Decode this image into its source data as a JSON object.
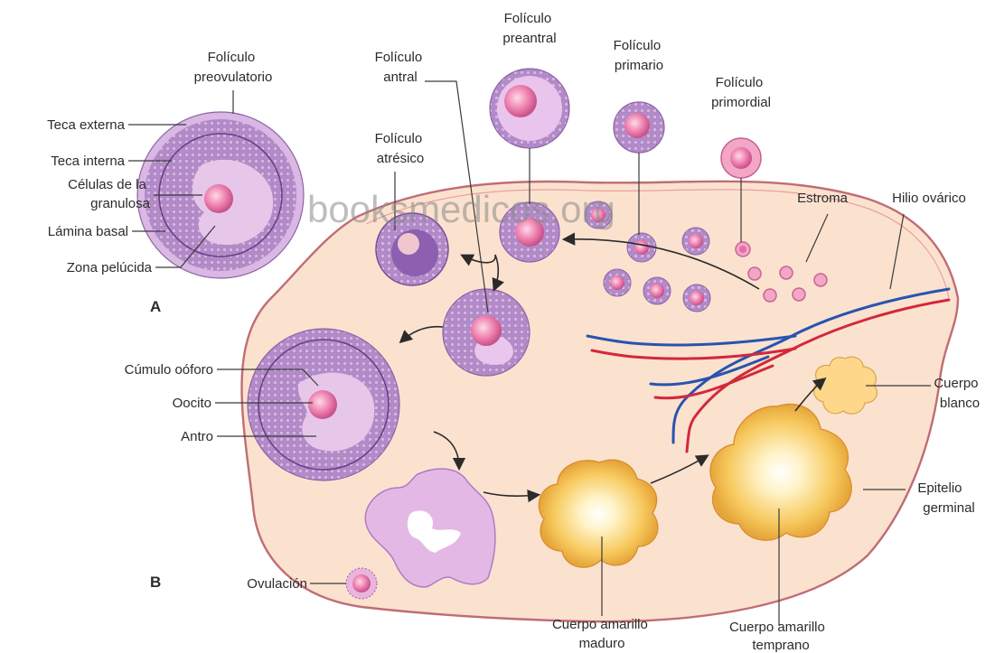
{
  "watermark": "booksmedicos.org",
  "panels": {
    "a": "A",
    "b": "B"
  },
  "labels": {
    "foliculo_preovulatorio": [
      "Folículo",
      "preovulatorio"
    ],
    "teca_externa": "Teca externa",
    "teca_interna": "Teca interna",
    "celulas_granulosa": [
      "Células de la",
      "granulosa"
    ],
    "lamina_basal": "Lámina basal",
    "zona_pelucida": "Zona pelúcida",
    "foliculo_antral": [
      "Folículo",
      "antral"
    ],
    "foliculo_preantral": [
      "Folículo",
      "preantral"
    ],
    "foliculo_primario": [
      "Folículo",
      "primario"
    ],
    "foliculo_primordial": [
      "Folículo",
      "primordial"
    ],
    "foliculo_atresico": [
      "Folículo",
      "atrésico"
    ],
    "estroma": "Estroma",
    "hilio_ovarico": "Hilio ovárico",
    "cumulo_ooforo": "Cúmulo oóforo",
    "oocito": "Oocito",
    "antro": "Antro",
    "cuerpo_blanco": [
      "Cuerpo",
      "blanco"
    ],
    "epitelio_germinal": [
      "Epitelio",
      "germinal"
    ],
    "ovulacion": "Ovulación",
    "cuerpo_amarillo_maduro": [
      "Cuerpo amarillo",
      "maduro"
    ],
    "cuerpo_amarillo_temprano": [
      "Cuerpo amarillo",
      "temprano"
    ]
  }
}
